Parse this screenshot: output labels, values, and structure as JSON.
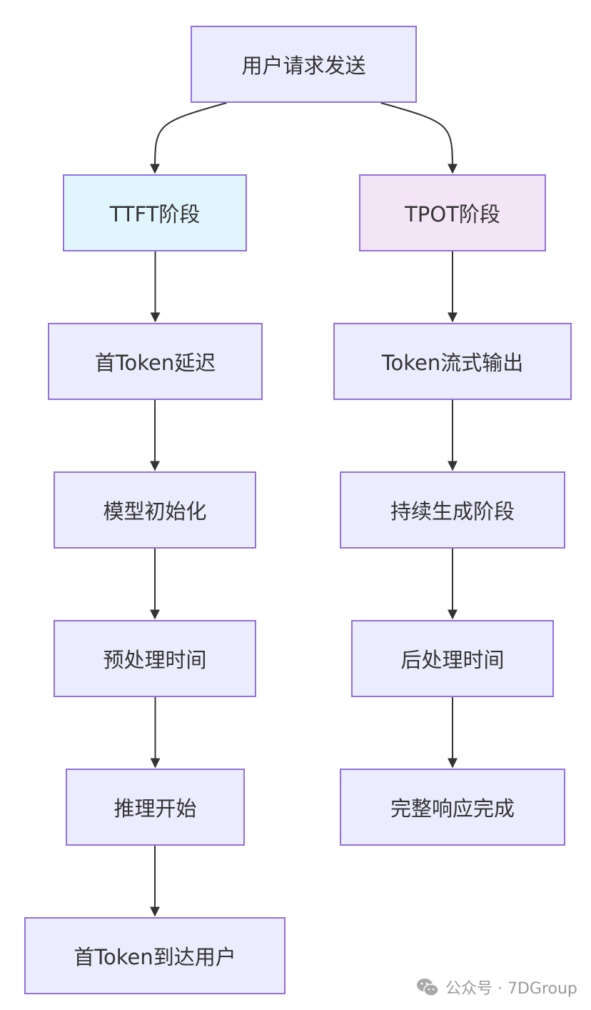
{
  "diagram": {
    "nodes": [
      {
        "id": "n-user-request",
        "label": "用户请求发送",
        "style": "default"
      },
      {
        "id": "n-ttft",
        "label": "TTFT阶段",
        "style": "ttft"
      },
      {
        "id": "n-tpot",
        "label": "TPOT阶段",
        "style": "tpot"
      },
      {
        "id": "n-first-token-latency",
        "label": "首Token延迟",
        "style": "default"
      },
      {
        "id": "n-model-init",
        "label": "模型初始化",
        "style": "default"
      },
      {
        "id": "n-preprocess",
        "label": "预处理时间",
        "style": "default"
      },
      {
        "id": "n-inference-start",
        "label": "推理开始",
        "style": "default"
      },
      {
        "id": "n-first-token-arrive",
        "label": "首Token到达用户",
        "style": "default"
      },
      {
        "id": "n-token-stream",
        "label": "Token流式输出",
        "style": "default"
      },
      {
        "id": "n-continuous-gen",
        "label": "持续生成阶段",
        "style": "default"
      },
      {
        "id": "n-postprocess",
        "label": "后处理时间",
        "style": "default"
      },
      {
        "id": "n-complete-response",
        "label": "完整响应完成",
        "style": "default"
      }
    ],
    "edges": [
      {
        "from": "n-user-request",
        "to": "n-ttft"
      },
      {
        "from": "n-user-request",
        "to": "n-tpot"
      },
      {
        "from": "n-ttft",
        "to": "n-first-token-latency"
      },
      {
        "from": "n-first-token-latency",
        "to": "n-model-init"
      },
      {
        "from": "n-model-init",
        "to": "n-preprocess"
      },
      {
        "from": "n-preprocess",
        "to": "n-inference-start"
      },
      {
        "from": "n-inference-start",
        "to": "n-first-token-arrive"
      },
      {
        "from": "n-tpot",
        "to": "n-token-stream"
      },
      {
        "from": "n-token-stream",
        "to": "n-continuous-gen"
      },
      {
        "from": "n-continuous-gen",
        "to": "n-postprocess"
      },
      {
        "from": "n-postprocess",
        "to": "n-complete-response"
      }
    ],
    "colors": {
      "node_fill": "#ECECFF",
      "node_border": "#9370DB",
      "ttft_fill": "#E1F5FE",
      "tpot_fill": "#F3E5F5",
      "edge": "#333333",
      "text": "#333333"
    }
  },
  "watermark": {
    "icon": "wechat-icon",
    "text": "公众号 · 7DGroup"
  }
}
